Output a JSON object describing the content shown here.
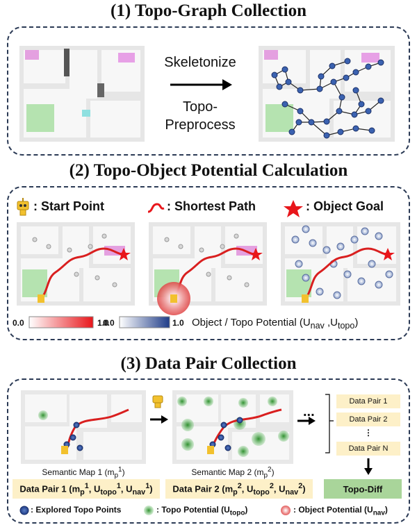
{
  "titles": {
    "s1": "(1) Topo-Graph Collection",
    "s2": "(2) Topo-Object Potential Calculation",
    "s3": "(3) Data Pair Collection"
  },
  "section1": {
    "arrow_top": "Skeletonize",
    "arrow_bottom_1": "Topo-",
    "arrow_bottom_2": "Preprocess"
  },
  "section2": {
    "legend": {
      "start": ": Start Point",
      "path": ": Shortest Path",
      "goal": ": Object Goal"
    },
    "colorbar": {
      "min1": "0.0",
      "max1": "1.0",
      "min2": "0.0",
      "max2": "1.0",
      "caption": "Object / Topo Potential (U",
      "cap_nav": "nav",
      "cap_sep": " ,U",
      "cap_topo": "topo",
      "cap_end": ")"
    }
  },
  "section3": {
    "map1": "Semantic Map 1 (m",
    "map2": "Semantic Map 2 (m",
    "ellipsis": "...",
    "vdots": "⋮",
    "data_pairs": [
      "Data Pair 1",
      "Data Pair 2",
      "Data Pair N"
    ],
    "pair1": "Data Pair 1 (m",
    "pair2": "Data Pair 2 (m",
    "topo_diff": "Topo-Diff",
    "legend": {
      "explored": ": Explored Topo Points",
      "topo": ": Topo Potential (U",
      "topo_sub": "topo",
      "object": ": Object Potential (U",
      "object_sub": "nav",
      "close": ")"
    }
  },
  "colors": {
    "panel_border": "#2b3a55",
    "path": "#d91f1f",
    "node": "#2f5597",
    "goal": "#e8161b",
    "pill": "#fdf0c8",
    "topo_diff": "#a9d59a"
  }
}
